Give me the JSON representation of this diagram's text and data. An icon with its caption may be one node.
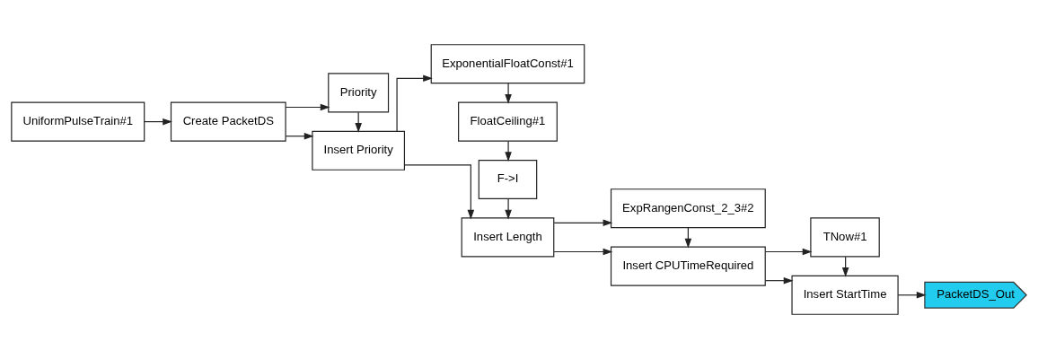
{
  "diagram": {
    "nodes": [
      {
        "text": [
          "UniformPulseTrain#1"
        ]
      },
      {
        "text": [
          "Create PacketDS"
        ]
      },
      {
        "text": [
          "Insert Priority"
        ]
      },
      {
        "text": [
          "Priority"
        ]
      },
      {
        "text": [
          "Insert Length"
        ]
      },
      {
        "text": [
          "F->I"
        ]
      },
      {
        "text": [
          "FloatCeiling#1"
        ]
      },
      {
        "text": [
          "ExponentialFloatConst#1"
        ]
      },
      {
        "text": [
          "Insert CPUTimeRequired"
        ]
      },
      {
        "text": [
          "ExpRangenConst_2_3#2"
        ]
      },
      {
        "text": [
          "Insert StartTime"
        ]
      },
      {
        "text": [
          "TNow#1"
        ]
      },
      {
        "text": [
          "PacketDS_Out"
        ]
      }
    ],
    "edges": [
      {
        "from": 0,
        "to": 1,
        "arrow": "to"
      },
      {
        "from": 1,
        "to": 2,
        "arrow": "to"
      },
      {
        "from": 1,
        "to": 3,
        "arrow": "to"
      },
      {
        "from": 3,
        "to": 2,
        "arrow": "to"
      },
      {
        "from": 2,
        "to": 4,
        "arrow": "to"
      },
      {
        "from": 2,
        "to": 7,
        "arrow": "to"
      },
      {
        "from": 7,
        "to": 6,
        "arrow": "to"
      },
      {
        "from": 6,
        "to": 5,
        "arrow": "to"
      },
      {
        "from": 5,
        "to": 4,
        "arrow": "to"
      },
      {
        "from": 4,
        "to": 8,
        "arrow": "to"
      },
      {
        "from": 4,
        "to": 9,
        "arrow": "to"
      },
      {
        "from": 9,
        "to": 8,
        "arrow": "to"
      },
      {
        "from": 8,
        "to": 10,
        "arrow": "to"
      },
      {
        "from": 8,
        "to": 11,
        "arrow": "to"
      },
      {
        "from": 11,
        "to": 10,
        "arrow": "to"
      },
      {
        "from": 10,
        "to": 12,
        "arrow": "to"
      }
    ]
  }
}
